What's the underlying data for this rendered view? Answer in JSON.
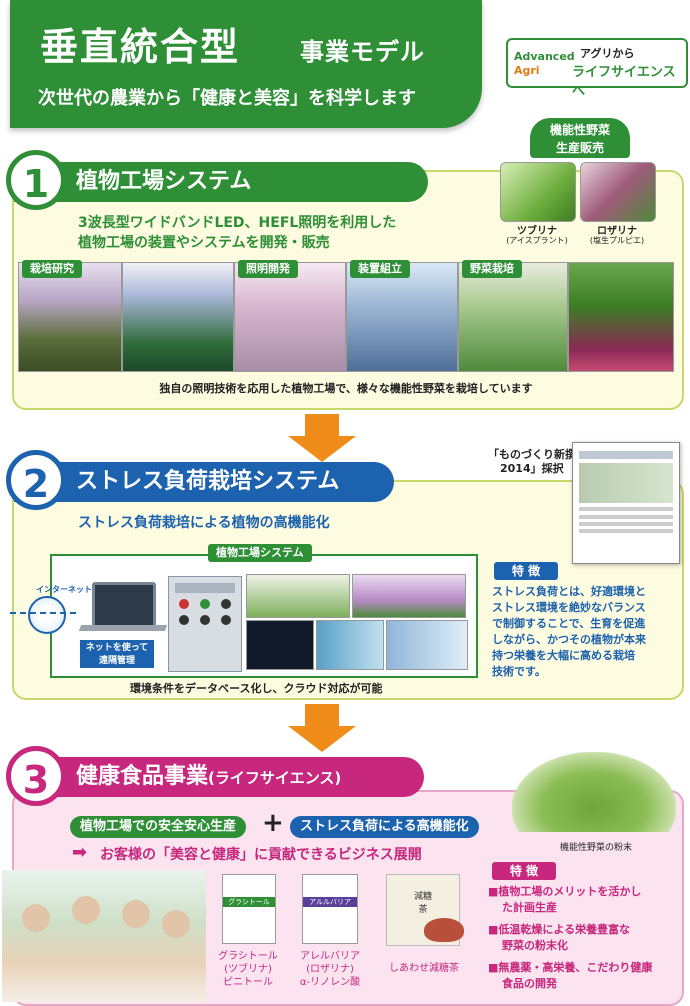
{
  "header": {
    "title": "垂直統合型",
    "title2": "事業モデル",
    "subtitle": "次世代の農業から「健康と美容」を科学します"
  },
  "logo": {
    "advanced": "Advanced",
    "agri": "Agri",
    "line1": "アグリから",
    "line2": "ライフサイエンスへ"
  },
  "products_top": {
    "label_line1": "機能性野菜",
    "label_line2": "生産販売",
    "items": [
      {
        "name": "ツブリナ",
        "sub": "(アイスプラント)"
      },
      {
        "name": "ロザリナ",
        "sub": "(塩生プルピエ)"
      }
    ]
  },
  "section1": {
    "number": "1",
    "title": "植物工場システム",
    "desc_line1": "3波長型ワイドバンドLED、HEFL照明を利用した",
    "desc_line2": "植物工場の装置やシステムを開発・販売",
    "tags": [
      "栽培研究",
      "照明開発",
      "装置組立",
      "野菜栽培"
    ],
    "caption": "独自の照明技術を応用した植物工場で、様々な機能性野菜を栽培しています"
  },
  "section2": {
    "number": "2",
    "title": "ストレス負荷栽培システム",
    "subtitle": "ストレス負荷栽培による植物の高機能化",
    "news_label_line1": "「ものづくり新撰",
    "news_label_line2": "2014」採択",
    "system_label": "植物工場システム",
    "internet_label": "インターネット",
    "remote_line1": "ネットを使って",
    "remote_line2": "遠隔管理",
    "feature_title": "特 徴",
    "feature_lines": [
      "ストレス負荷とは、好適環境と",
      "ストレス環境を絶妙なバランス",
      "で制御することで、生育を促進",
      "しながら、かつその植物が本来",
      "持つ栄養を大幅に高める栽培",
      "技術です。"
    ],
    "caption": "環境条件をデータベース化し、クラウド対応が可能"
  },
  "section3": {
    "number": "3",
    "title": "健康食品事業",
    "title_paren": "(ライフサイエンス)",
    "pill1": "植物工場での安全安心生産",
    "plus": "+",
    "pill2": "ストレス負荷による高機能化",
    "tagline": "お客様の「美容と健康」に貢献できるビジネス展開",
    "powder_caption": "機能性野菜の粉末",
    "feature_title": "特 徴",
    "features": [
      {
        "l1": "■植物工場のメリットを活かし",
        "l2": "た計画生産"
      },
      {
        "l1": "■低温乾燥による栄養豊富な",
        "l2": "野菜の粉末化"
      },
      {
        "l1": "■無農薬・高栄養、こだわり健康",
        "l2": "食品の開発"
      }
    ],
    "products": [
      {
        "pkg": "グラシトール",
        "l1": "グラシトール",
        "l2": "(ツブリナ)",
        "l3": "ピニトール"
      },
      {
        "pkg": "アルルバリア",
        "l1": "アレルバリア",
        "l2": "(ロザリナ)",
        "l3": "α-リノレン酸"
      },
      {
        "pkg": "減糖茶",
        "l1": "しあわせ減糖茶",
        "l2": "",
        "l3": ""
      }
    ]
  },
  "colors": {
    "green": "#2e8f37",
    "blue": "#1d62ae",
    "pink": "#c7277d",
    "orange": "#f08d1a"
  }
}
